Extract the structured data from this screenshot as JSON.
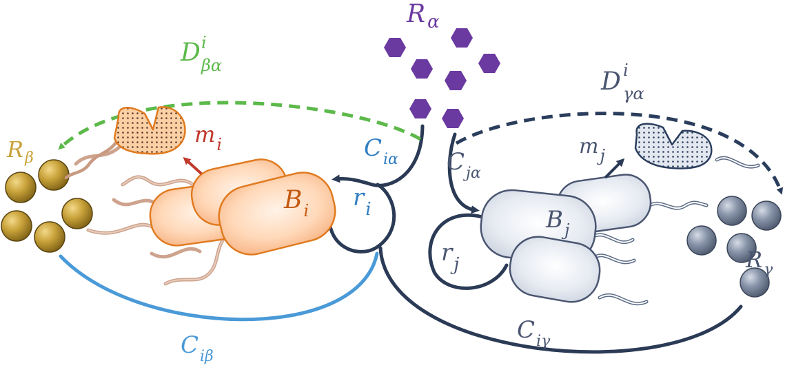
{
  "colors": {
    "green": "#5cb94a",
    "orange": "#e07a1f",
    "orange_fill": "#ffd2b0",
    "red": "#c0392b",
    "blue": "#4a9ad8",
    "dark_blue": "#2b3a55",
    "navy_dash": "#2a3d5c",
    "purple": "#6a3aa0",
    "gold": "#b8922a",
    "gray_ball": "#7b879c",
    "gray_cell": "#e5e9f1",
    "text_blue": "#2f7ec2",
    "text_gray": "#4a5570"
  },
  "labels": {
    "R_alpha": {
      "base": "R",
      "sub": "α"
    },
    "R_beta": {
      "base": "R",
      "sub": "β"
    },
    "R_gamma": {
      "base": "R",
      "sub": "γ"
    },
    "D_beta_alpha": {
      "base": "D",
      "sup": "i",
      "sub": "βα"
    },
    "D_gamma_alpha": {
      "base": "D",
      "sup": "i",
      "sub": "γα"
    },
    "m_i": {
      "base": "m",
      "sub": "i"
    },
    "m_j": {
      "base": "m",
      "sub": "j"
    },
    "B_i": {
      "base": "B",
      "sub": "i"
    },
    "B_j": {
      "base": "B",
      "sub": "j"
    },
    "r_i": {
      "base": "r",
      "sub": "i"
    },
    "r_j": {
      "base": "r",
      "sub": "j"
    },
    "C_i_alpha": {
      "base": "C",
      "sub": "iα"
    },
    "C_j_alpha": {
      "base": "C",
      "sub": "jα"
    },
    "C_i_beta": {
      "base": "C",
      "sub": "iβ"
    },
    "C_i_gamma": {
      "base": "C",
      "sub": "iγ"
    }
  },
  "icons": [
    "hexagon-resource-icon",
    "sphere-resource-icon",
    "bacterium-cell-icon",
    "pacman-enzyme-icon",
    "flagellum-icon"
  ]
}
